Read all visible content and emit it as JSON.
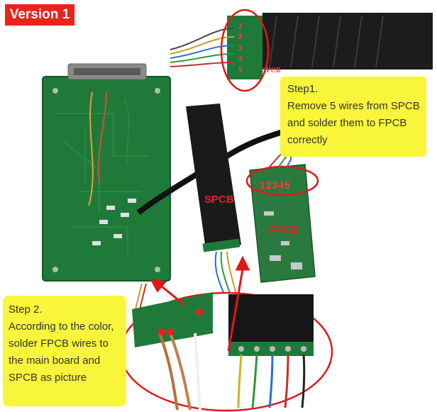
{
  "badge": {
    "label": "Version 1",
    "color": "#e8241c"
  },
  "step1": {
    "title": "Step1.",
    "lines": [
      "Remove 5 wires from SPCB",
      "and solder them to FPCB",
      "correctly"
    ]
  },
  "step2": {
    "title": "Step 2.",
    "lines": [
      "According to the color,",
      "solder FPCB wires to",
      "the main board and",
      "SPCB as picture"
    ]
  },
  "labels": {
    "spcb_top": "SPCB",
    "spcb_mid": "SPCB",
    "fpcb": "FPCB",
    "fpcb_pins": "12345",
    "spcb_pins": [
      "1",
      "2",
      "3",
      "4",
      "5"
    ]
  },
  "colors": {
    "callout": "#f8f53a",
    "highlight": "#e01818",
    "pcb_green": "#1f7a3a"
  }
}
